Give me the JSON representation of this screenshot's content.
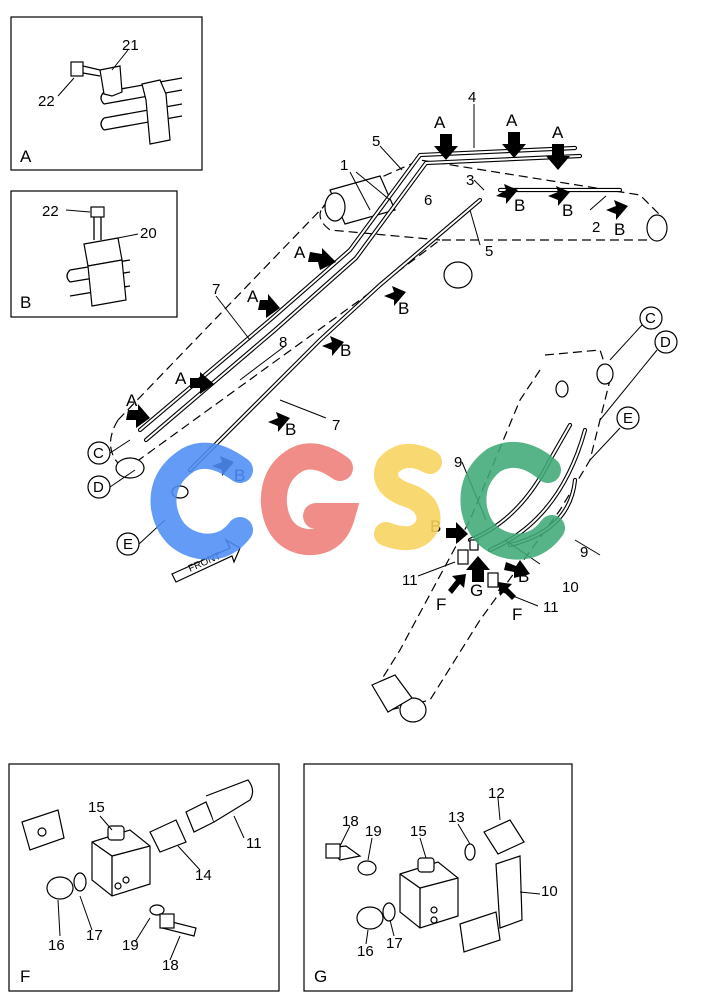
{
  "detail_a": {
    "panel_label": "A",
    "part_bolt": "22",
    "part_clamp": "21"
  },
  "detail_b": {
    "panel_label": "B",
    "part_bolt": "22",
    "part_clamp": "20"
  },
  "detail_f": {
    "panel_label": "F",
    "parts": [
      "15",
      "11",
      "14",
      "17",
      "16",
      "19",
      "18"
    ]
  },
  "detail_g": {
    "panel_label": "G",
    "parts": [
      "18",
      "19",
      "15",
      "13",
      "12",
      "10",
      "17",
      "16"
    ]
  },
  "main": {
    "part_labels": [
      "1",
      "2",
      "3",
      "4",
      "5",
      "5",
      "6",
      "7",
      "7",
      "8",
      "9",
      "9",
      "10",
      "11",
      "11"
    ],
    "arrow_a": "A",
    "arrow_b": "B",
    "arrow_f": "F",
    "arrow_g": "G",
    "connectors": [
      "C",
      "D",
      "E",
      "C",
      "D",
      "E"
    ],
    "front": "FRONT"
  },
  "watermark": {
    "text": "CGSC",
    "colors": {
      "C1": "#4f8ef7",
      "G": "#f07e78",
      "S": "#f8d35e",
      "C2": "#3faa78"
    }
  }
}
